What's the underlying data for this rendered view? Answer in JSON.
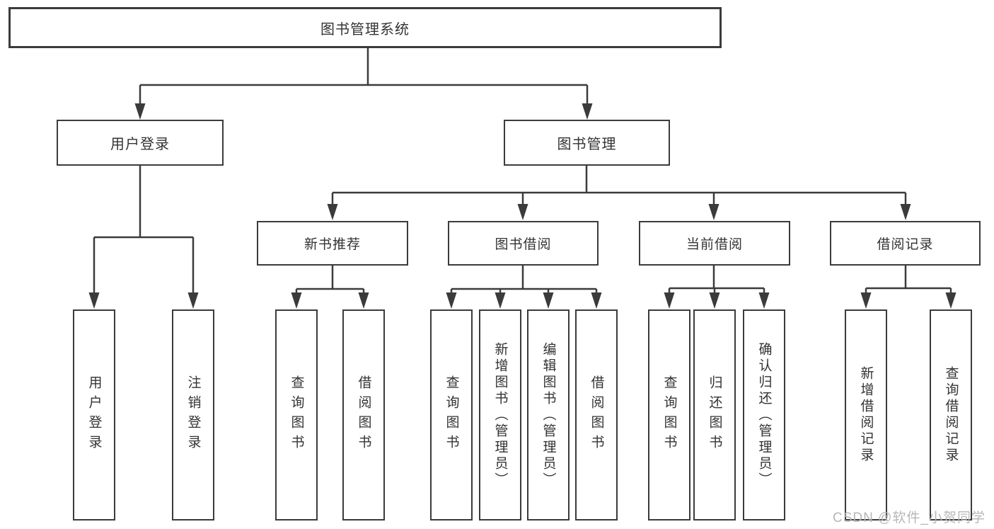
{
  "nodes": {
    "root": "图书管理系统",
    "user_login": "用户登录",
    "book_management": "图书管理",
    "new_book_recommend": "新书推荐",
    "book_borrow": "图书借阅",
    "current_borrow": "当前借阅",
    "borrow_records": "借阅记录"
  },
  "leaves": {
    "user_login": [
      "用户登录",
      "注销登录"
    ],
    "new_book_recommend": [
      "查询图书",
      "借阅图书"
    ],
    "book_borrow": [
      "查询图书",
      "新增图书（管理员）",
      "编辑图书（管理员）",
      "借阅图书"
    ],
    "current_borrow": [
      "查询图书",
      "归还图书",
      "确认归还（管理员）"
    ],
    "borrow_records": [
      "新增借阅记录",
      "查询借阅记录"
    ]
  },
  "watermark": "CSDN @软件_小贺同学",
  "colors": {
    "line": "#3b3b3b",
    "box_border": "#3b3b3b",
    "text": "#333336",
    "watermark": "#b7b7b7",
    "background": "#ffffff"
  }
}
